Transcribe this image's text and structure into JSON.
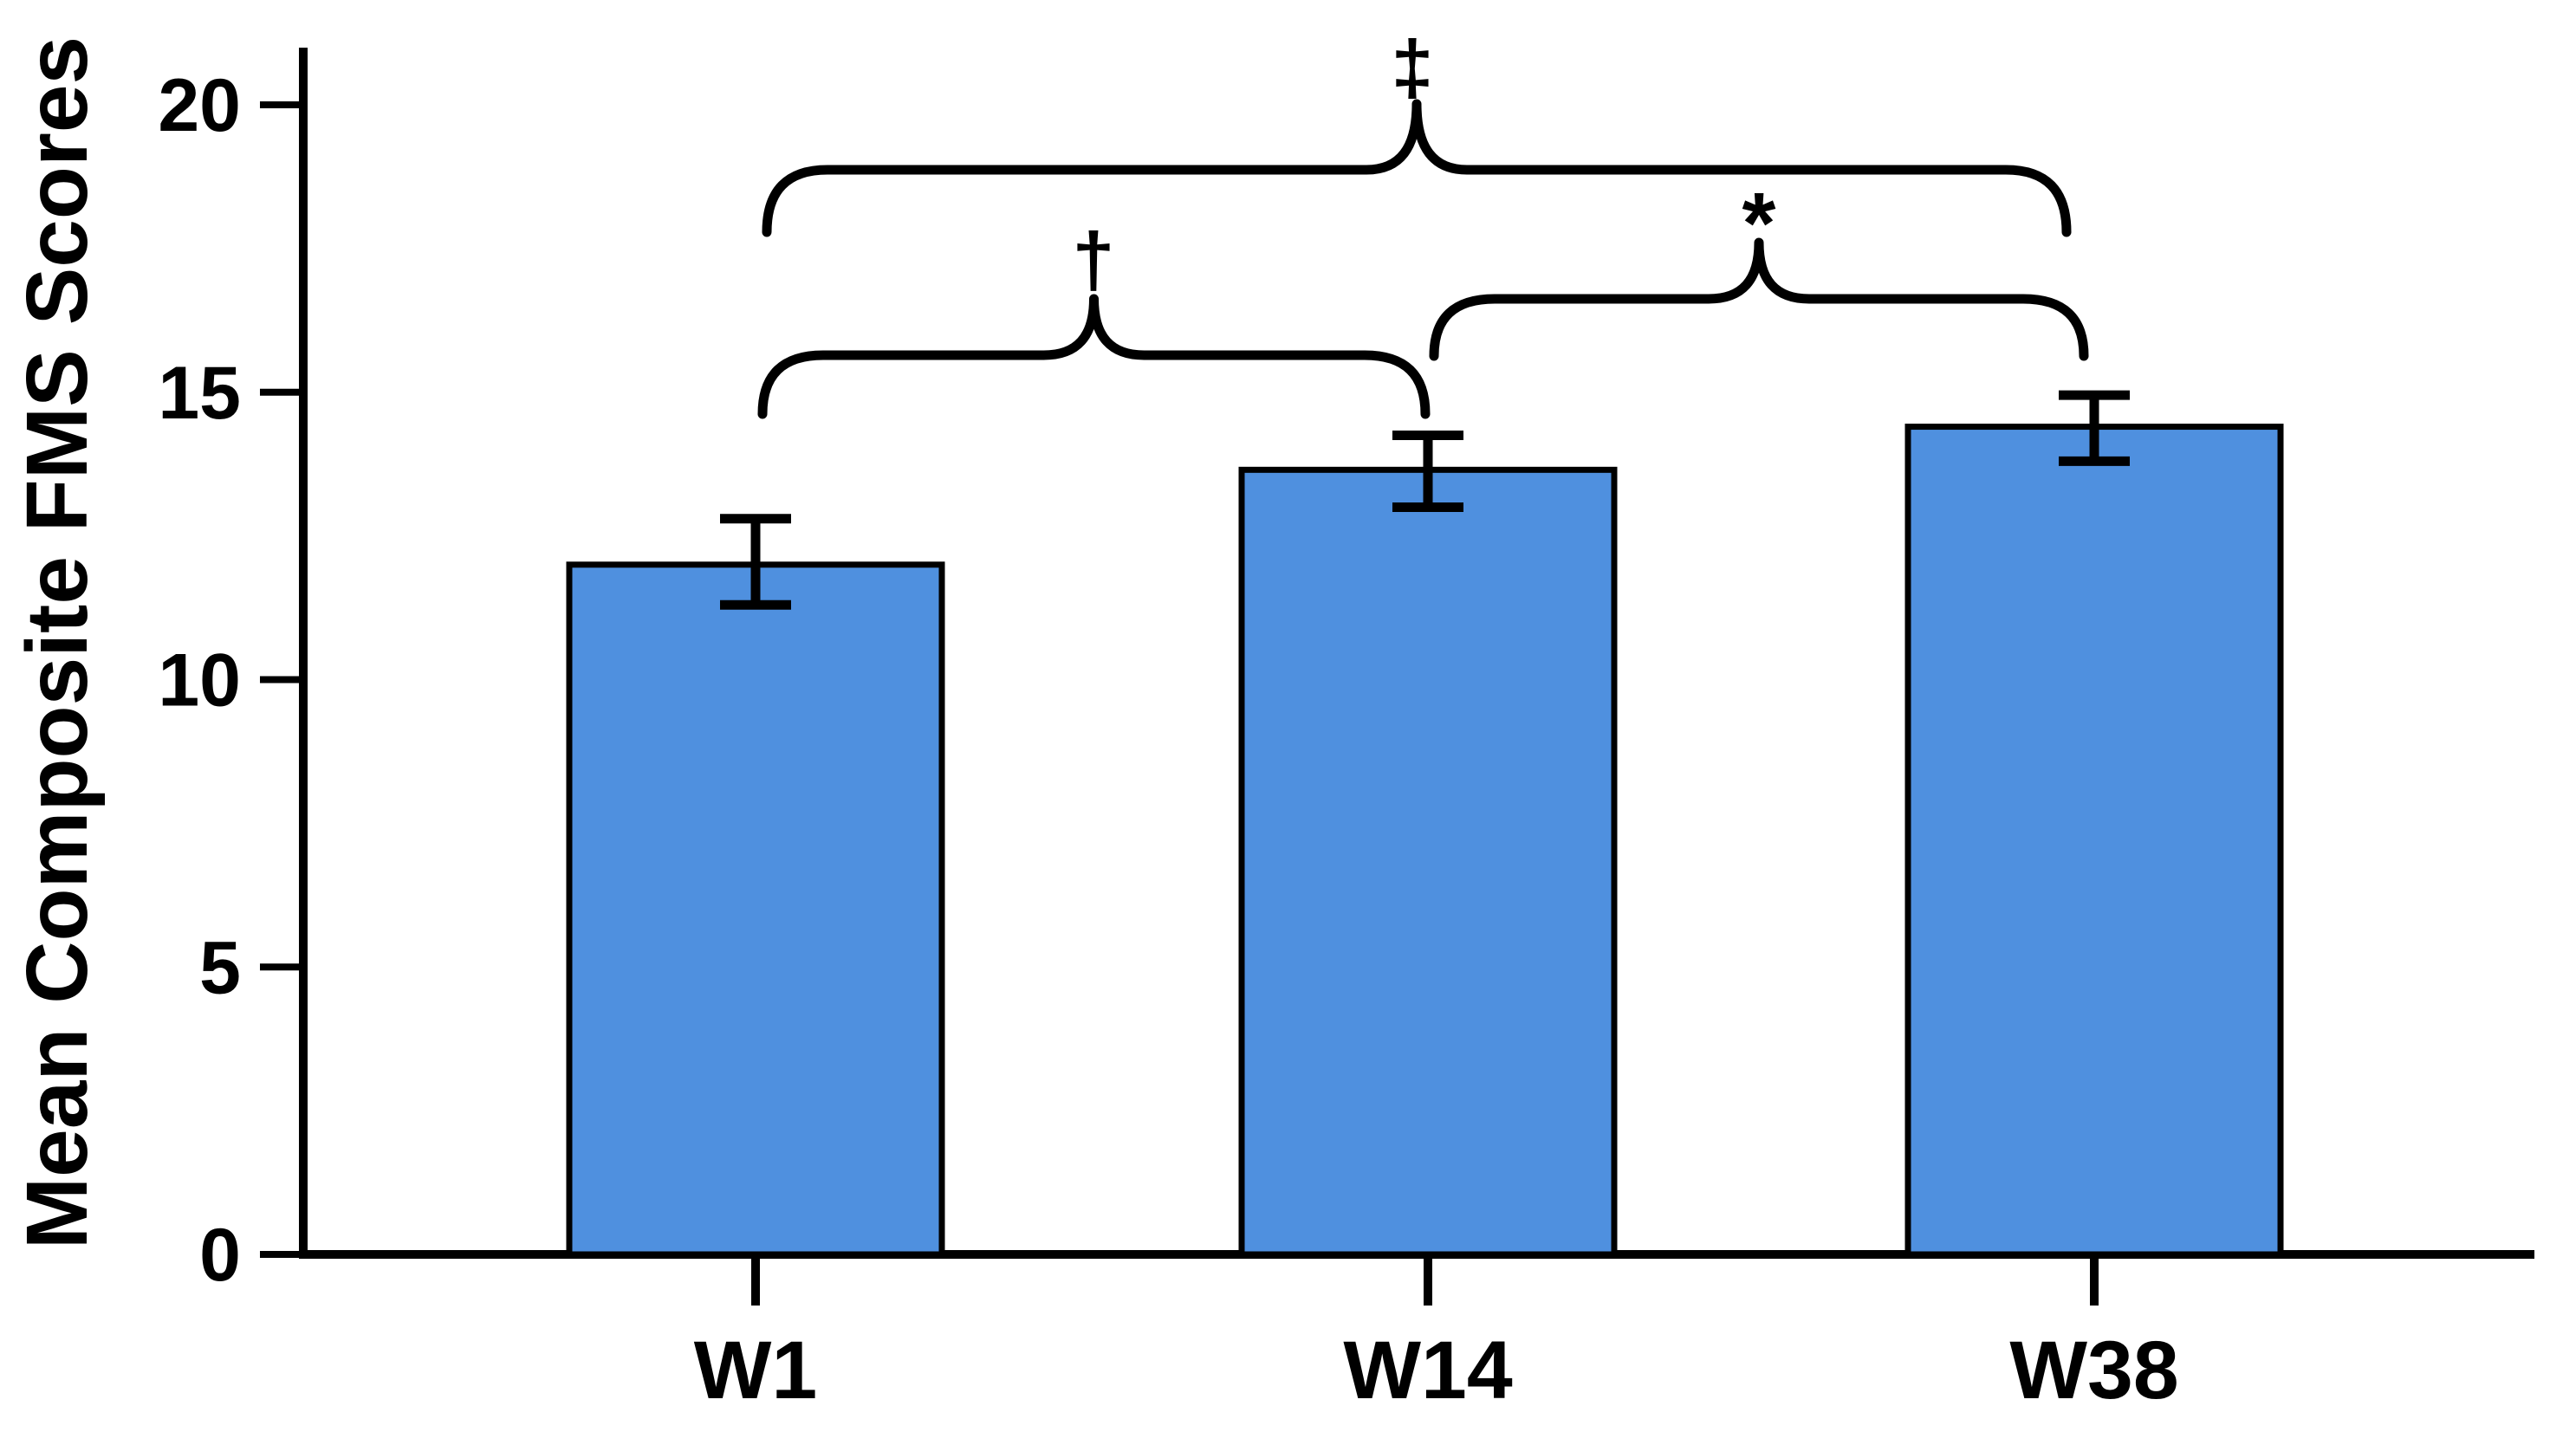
{
  "chart_data": {
    "type": "bar",
    "title": "",
    "xlabel": "",
    "ylabel": "Mean Composite FMS Scores",
    "categories": [
      "W1",
      "W14",
      "W38"
    ],
    "values": [
      12.0,
      13.65,
      14.4
    ],
    "error_low": [
      11.3,
      13.0,
      13.8
    ],
    "error_high": [
      12.8,
      14.25,
      14.95
    ],
    "ylim": [
      0,
      21
    ],
    "yticks": [
      20,
      15,
      10,
      5,
      0
    ],
    "grid": false,
    "legend_position": "none",
    "bar_fill_color": "#4F90DF",
    "bar_border_color": "#000000",
    "axis_color": "#000000",
    "annotations": [
      {
        "symbol": "†",
        "between": [
          "W1",
          "W14"
        ]
      },
      {
        "symbol": "*",
        "between": [
          "W14",
          "W38"
        ]
      },
      {
        "symbol": "‡",
        "between": [
          "W1",
          "W38"
        ]
      }
    ]
  }
}
